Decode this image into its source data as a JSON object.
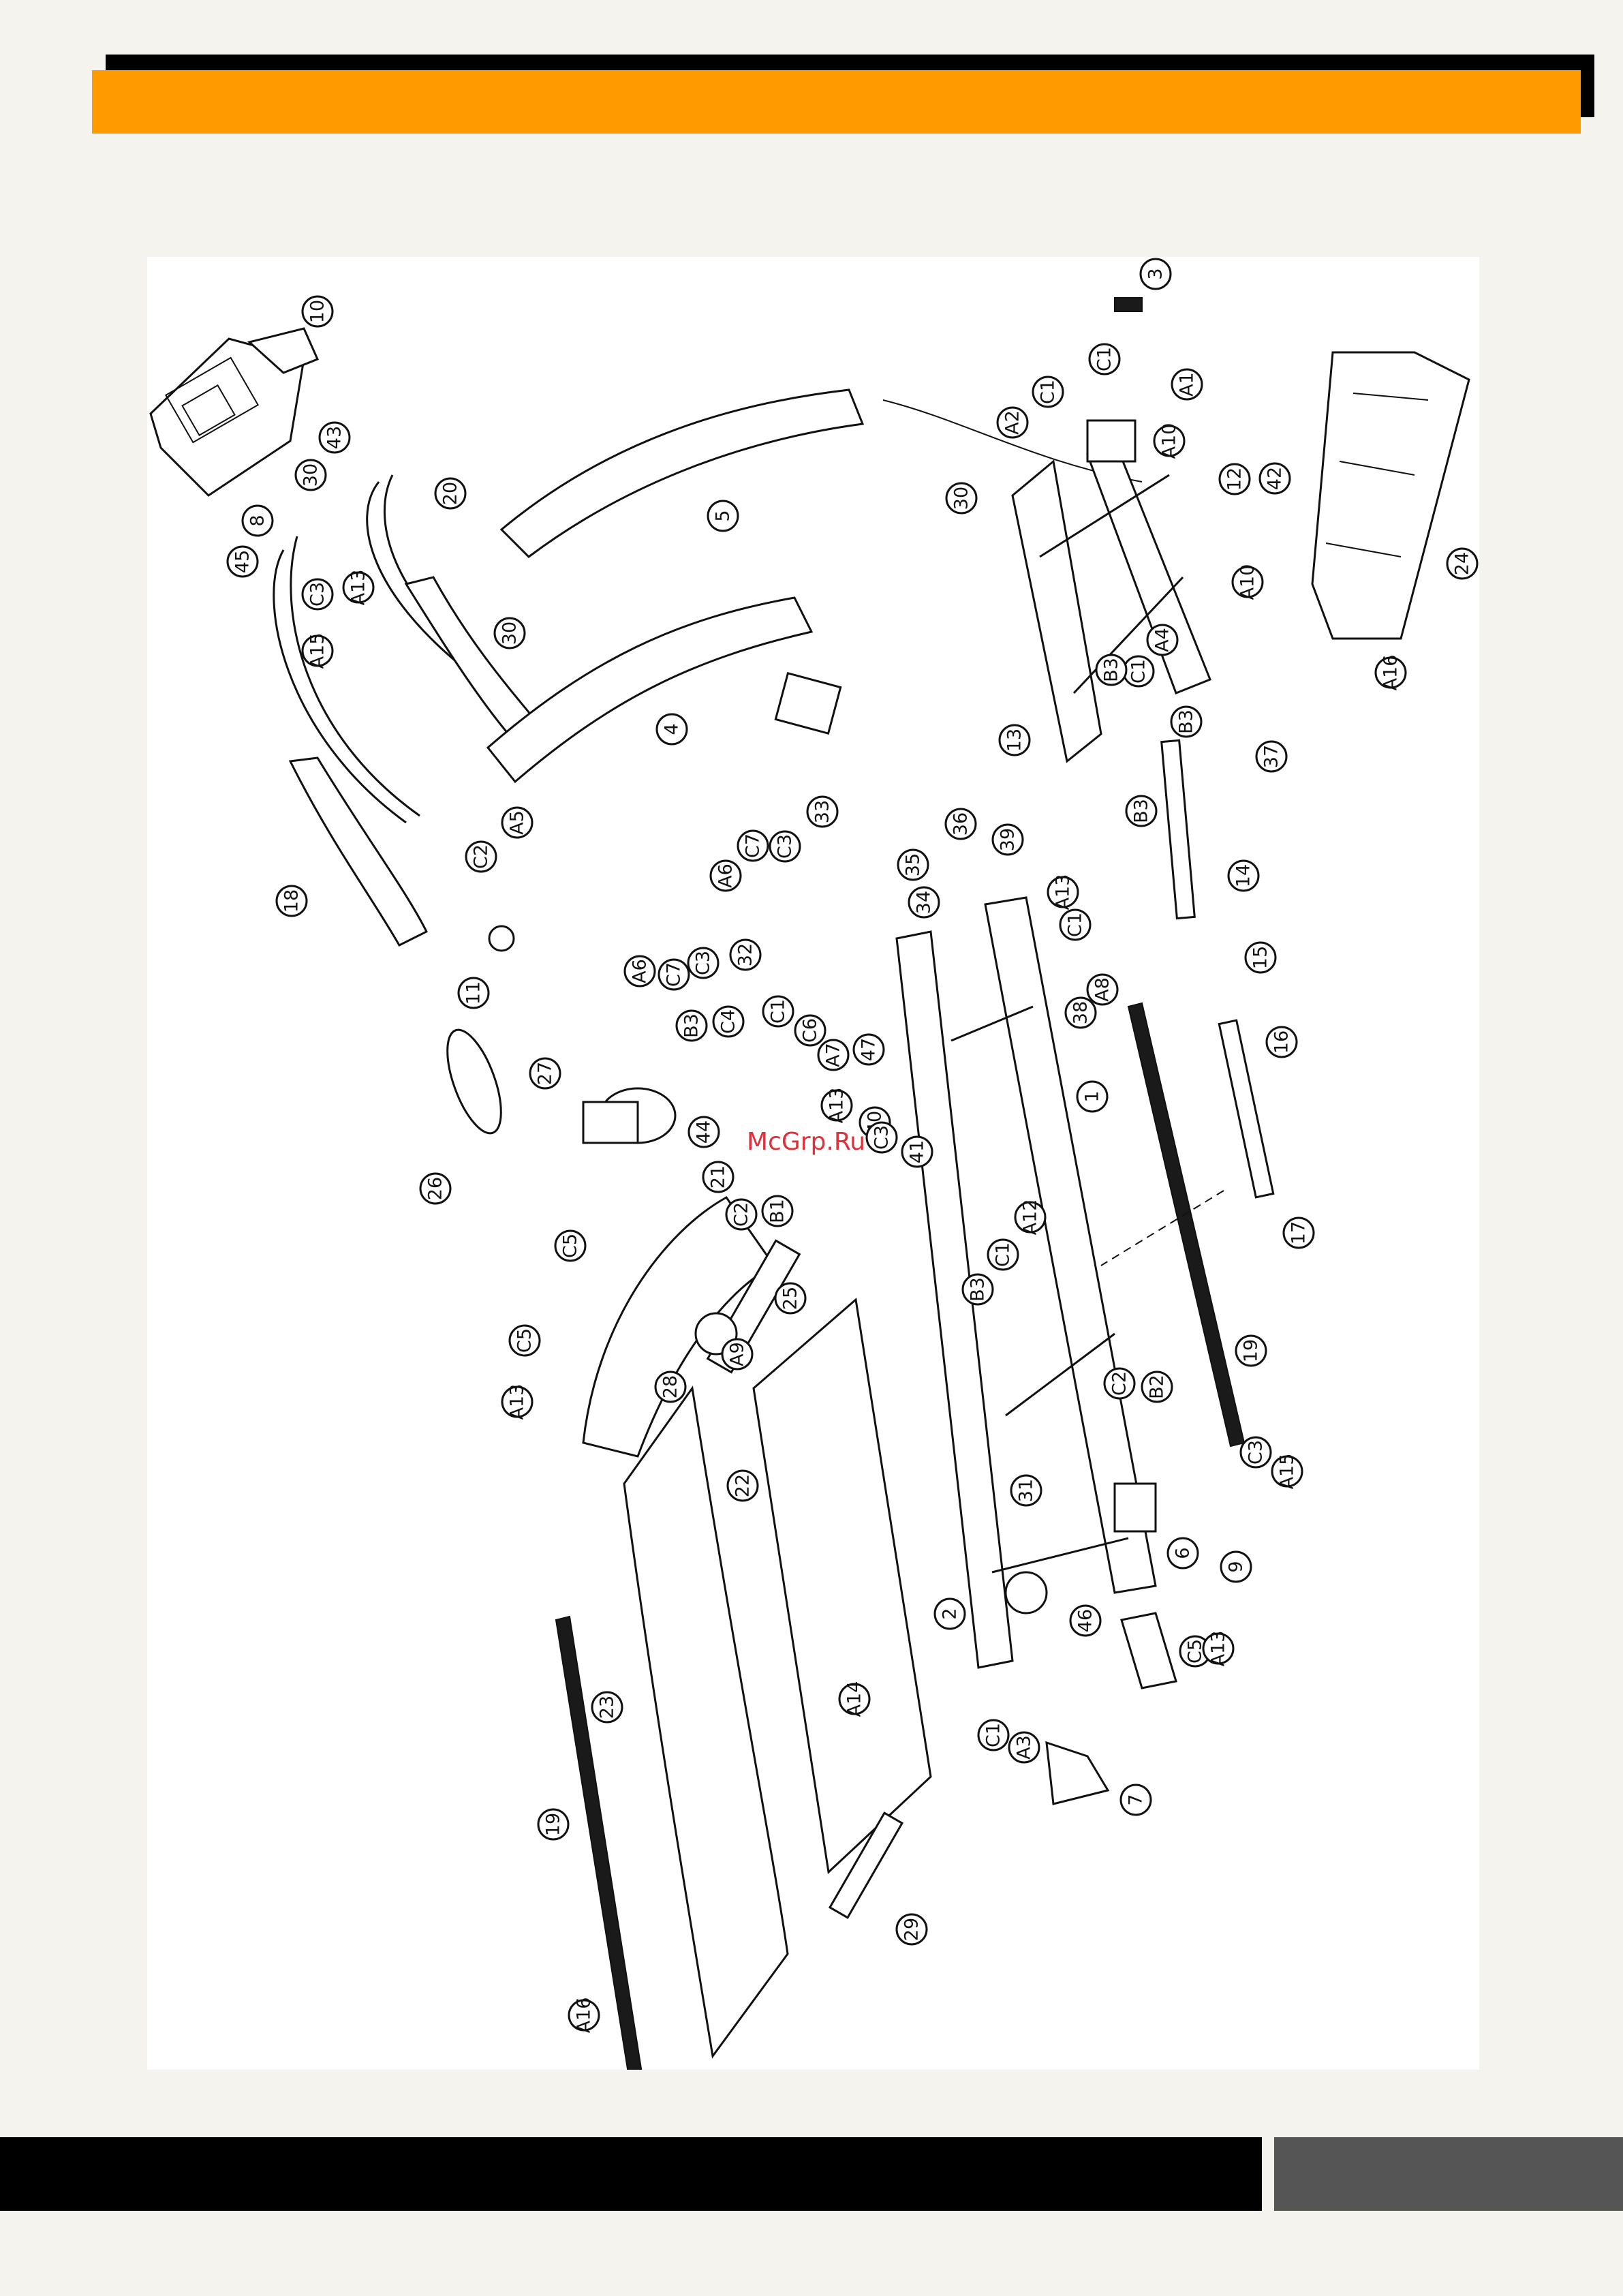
{
  "colors": {
    "header": "#ff9a00",
    "header_shadow": "#000000",
    "footer_left": "#000000",
    "footer_right": "#555555",
    "page": "#f4f3ee",
    "watermark": "#e0303a"
  },
  "watermark": "McGrp.Ru",
  "callouts": [
    "10",
    "43",
    "30",
    "20",
    "8",
    "45",
    "C3",
    "A13",
    "A15",
    "5",
    "4",
    "30",
    "A5",
    "C2",
    "18",
    "3",
    "C1",
    "C1",
    "A2",
    "A1",
    "A10",
    "12",
    "42",
    "30",
    "24",
    "A10",
    "A4",
    "C1",
    "B3",
    "B3",
    "37",
    "13",
    "B3",
    "A16",
    "33",
    "C7",
    "C3",
    "A6",
    "36",
    "35",
    "34",
    "39",
    "A13",
    "C1",
    "14",
    "15",
    "16",
    "17",
    "11",
    "A6",
    "C7",
    "C3",
    "32",
    "27",
    "B3",
    "C4",
    "C1",
    "C6",
    "A7",
    "47",
    "A8",
    "38",
    "1",
    "26",
    "44",
    "40",
    "A13",
    "C3",
    "41",
    "21",
    "C5",
    "C2",
    "B1",
    "A12",
    "C1",
    "B3",
    "25",
    "A9",
    "C5",
    "A13",
    "28",
    "19",
    "C2",
    "B2",
    "C3",
    "A15",
    "22",
    "31",
    "6",
    "9",
    "2",
    "46",
    "A14",
    "C5",
    "A13",
    "C1",
    "A3",
    "23",
    "7",
    "19",
    "29",
    "A16"
  ]
}
